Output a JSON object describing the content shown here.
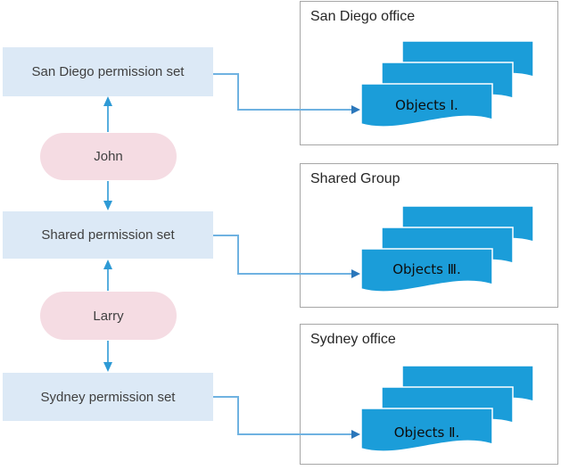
{
  "diagram": {
    "permission_sets": [
      {
        "label": "San Diego permission set"
      },
      {
        "label": "Shared permission set"
      },
      {
        "label": "Sydney permission set"
      }
    ],
    "users": [
      {
        "name": "John"
      },
      {
        "name": "Larry"
      }
    ],
    "offices": [
      {
        "title": "San Diego office",
        "object_label": "Objects Ⅰ."
      },
      {
        "title": "Shared Group",
        "object_label": "Objects Ⅲ."
      },
      {
        "title": "Sydney office",
        "object_label": "Objects Ⅱ."
      }
    ],
    "colors": {
      "permission_box_fill": "#dce9f6",
      "user_stadium_fill": "#f5dce3",
      "office_border": "#a6a6a6",
      "flag_fill": "#1b9dd9",
      "vertical_arrow": "#2e9ad5",
      "elbow_line": "#6fb2e1",
      "elbow_arrowhead": "#2b77bb"
    }
  }
}
